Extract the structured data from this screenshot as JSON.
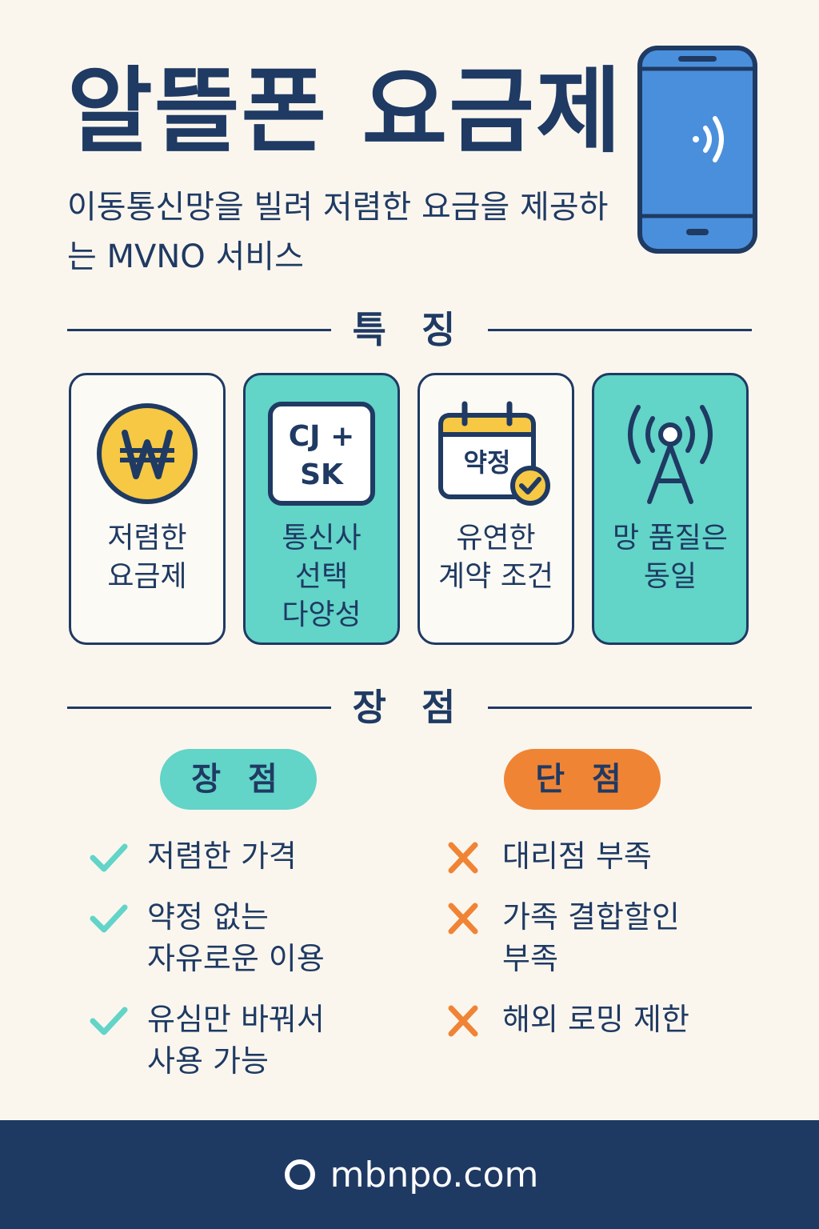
{
  "header": {
    "title": "알뜰폰 요금제",
    "subtitle": "이동통신망을 빌려 저렴한 요금을 제공하는 MVNO 서비스"
  },
  "features": {
    "heading": "특 징",
    "cards": [
      {
        "icon": "won-coin-icon",
        "lines": [
          "저렴한",
          "요금제"
        ]
      },
      {
        "icon": "carrier-box-icon",
        "icon_lines": [
          "CJ +",
          "SK"
        ],
        "lines": [
          "통신사",
          "선택",
          "다양성"
        ]
      },
      {
        "icon": "calendar-check-icon",
        "icon_text": "약정",
        "lines": [
          "유연한",
          "계약 조건"
        ]
      },
      {
        "icon": "cell-tower-icon",
        "lines": [
          "망 품질은",
          "동일"
        ]
      }
    ]
  },
  "comparison": {
    "heading": "장 점",
    "pros_label": "장 점",
    "cons_label": "단 점",
    "pros": [
      {
        "lines": [
          "저렴한 가격"
        ]
      },
      {
        "lines": [
          "약정 없는",
          "자유로운 이용"
        ]
      },
      {
        "lines": [
          "유심만 바꿔서",
          "사용 가능"
        ]
      }
    ],
    "cons": [
      {
        "lines": [
          "대리점 부족"
        ]
      },
      {
        "lines": [
          "가족 결합할인",
          "부족"
        ]
      },
      {
        "lines": [
          "해외 로밍 제한"
        ]
      }
    ]
  },
  "footer": {
    "domain": "mbnpo.com"
  },
  "colors": {
    "navy": "#1f3a63",
    "teal": "#62d4c8",
    "orange": "#f08435",
    "yellow": "#f6c843",
    "phone_blue": "#4a8fdc",
    "background": "#faf6ee"
  }
}
